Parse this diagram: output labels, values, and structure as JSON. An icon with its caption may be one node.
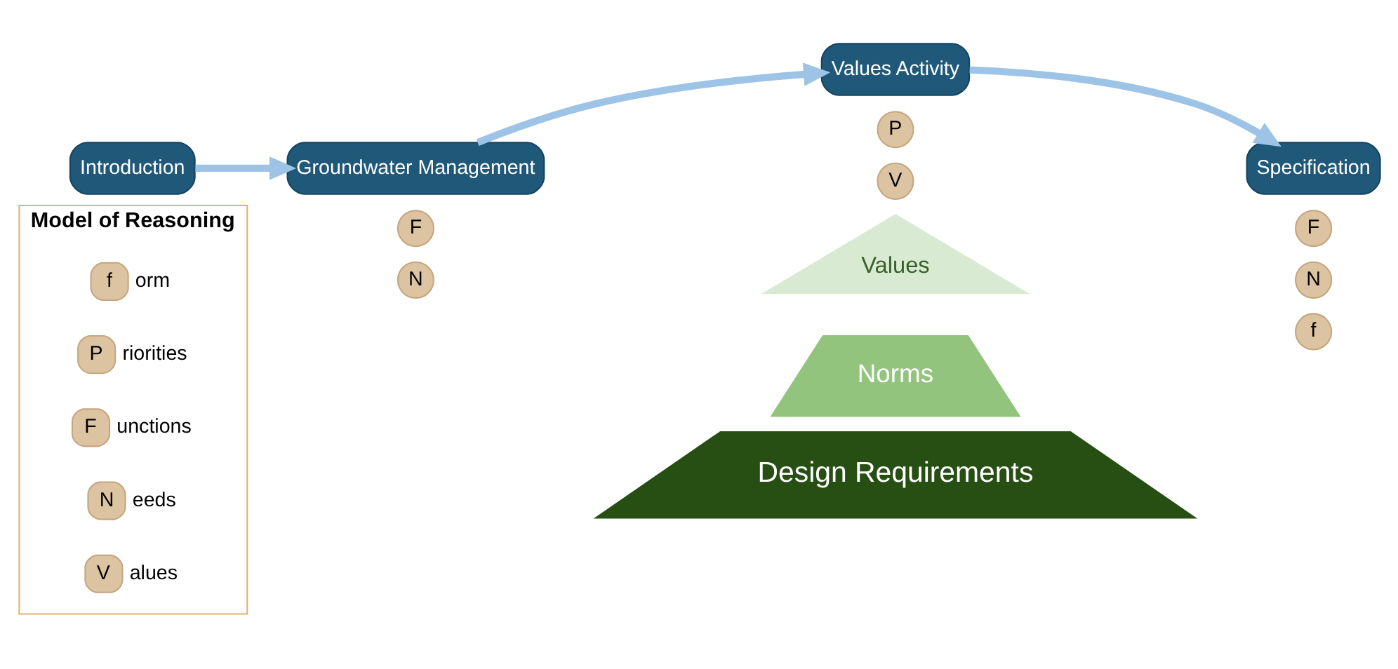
{
  "diagram": {
    "nodes": [
      {
        "text": [
          "Model of Reasoning"
        ]
      },
      {
        "text": [
          "V"
        ],
        "in": 0,
        "beside": [
          "alues"
        ]
      },
      {
        "text": [
          "N"
        ],
        "in": 0,
        "beside": [
          "eeds"
        ]
      },
      {
        "text": [
          "F"
        ],
        "in": 0,
        "beside": [
          "unctions"
        ]
      },
      {
        "text": [
          "P"
        ],
        "in": 0,
        "beside": [
          "riorities"
        ]
      },
      {
        "text": [
          "f"
        ],
        "in": 0,
        "beside": [
          "orm"
        ]
      },
      {
        "text": [
          "Introduction"
        ]
      },
      {
        "text": [
          "Groundwater Management"
        ]
      },
      {
        "text": [
          "F"
        ]
      },
      {
        "text": [
          "N"
        ]
      },
      {
        "text": [
          "Values Activity"
        ]
      },
      {
        "text": [
          "P"
        ]
      },
      {
        "text": [
          "V"
        ]
      },
      {
        "text": [
          "Values"
        ]
      },
      {
        "text": [
          "Norms"
        ]
      },
      {
        "text": [
          "Design Requirements"
        ]
      },
      {
        "text": [
          "Specification"
        ]
      },
      {
        "text": [
          "F"
        ]
      },
      {
        "text": [
          "N"
        ]
      },
      {
        "text": [
          "f"
        ]
      }
    ],
    "edges": [
      {
        "from": 6,
        "to": 7,
        "arrow": "to"
      },
      {
        "from": 7,
        "to": 10,
        "arrow": "to"
      },
      {
        "from": 10,
        "to": 16,
        "arrow": "to"
      }
    ]
  }
}
